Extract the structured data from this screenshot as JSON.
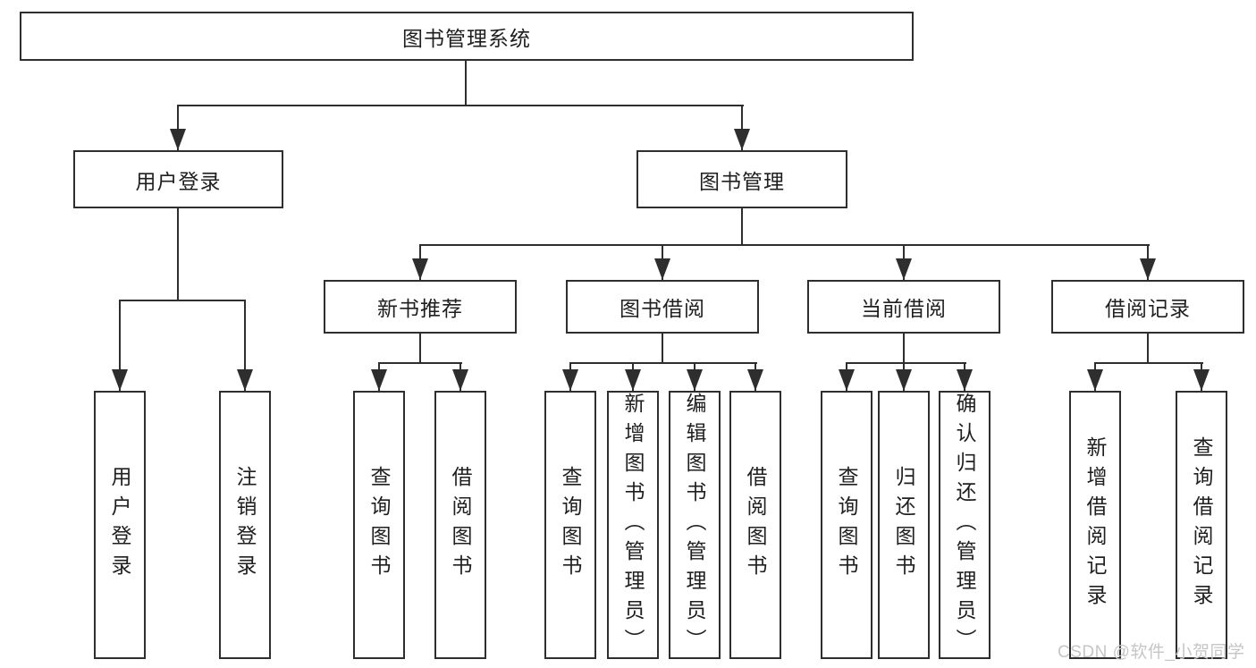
{
  "nodes": {
    "root": "图书管理系统",
    "user_login": "用户登录",
    "book_mgmt": "图书管理",
    "new_book": "新书推荐",
    "book_borrow": "图书借阅",
    "current_borrow": "当前借阅",
    "borrow_record": "借阅记录",
    "user_login_login": "用户登录",
    "user_login_logout": "注销登录",
    "new_book_query": "查询图书",
    "new_book_borrow": "借阅图书",
    "book_borrow_query": "查询图书",
    "book_borrow_add": "新增图书（管理员）",
    "book_borrow_edit": "编辑图书（管理员）",
    "book_borrow_borrow": "借阅图书",
    "current_borrow_query": "查询图书",
    "current_borrow_return": "归还图书",
    "current_borrow_confirm": "确认归还（管理员）",
    "borrow_record_add": "新增借阅记录",
    "borrow_record_query": "查询借阅记录"
  },
  "watermark": "CSDN @软件_小贺同学",
  "colors": {
    "line": "#2e2e2e",
    "text": "#1f1f1f",
    "watermark": "#c6c6c6",
    "background": "#ffffff"
  }
}
